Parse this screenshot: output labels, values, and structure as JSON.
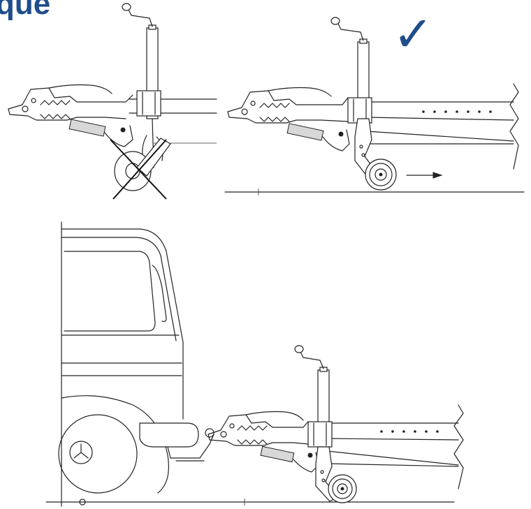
{
  "header": {
    "title_fragment": "que"
  },
  "status": {
    "checkmark_glyph": "✓",
    "accent_color": "#1f4e8c"
  },
  "scenes": [
    {
      "id": "incorrect",
      "icon": "cross-mark-icon"
    },
    {
      "id": "correct",
      "icon": "checkmark-icon",
      "arrow": "arrow-right-icon"
    },
    {
      "id": "hitched",
      "icon": "car-icon"
    }
  ]
}
